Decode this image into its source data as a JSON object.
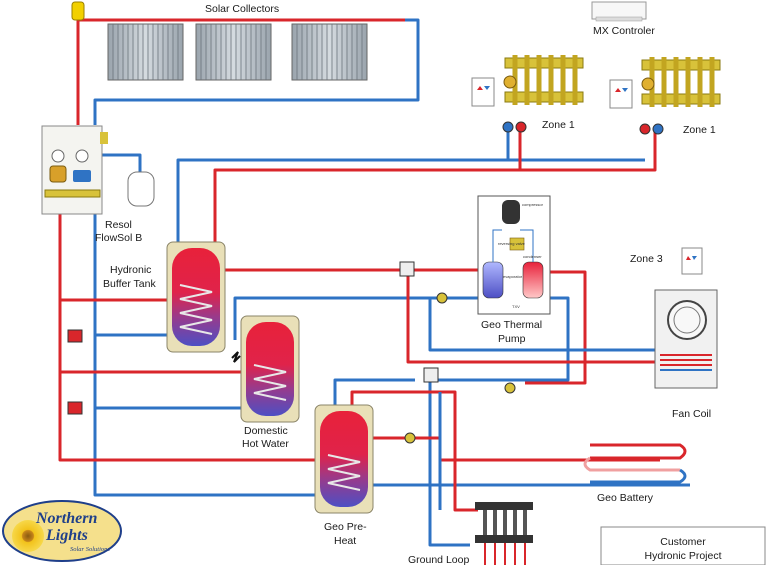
{
  "labels": {
    "solar_collectors": "Solar Collectors",
    "mx_controller": "MX Controler",
    "zone1_a": "Zone 1",
    "zone1_b": "Zone 1",
    "resol_line1": "Resol",
    "resol_line2": "FlowSol B",
    "buffer_line1": "Hydronic",
    "buffer_line2": "Buffer Tank",
    "dhw_line1": "Domestic",
    "dhw_line2": "Hot Water",
    "geo_preheat_line1": "Geo Pre-",
    "geo_preheat_line2": "Heat",
    "geo_thermal_line1": "Geo Thermal",
    "geo_thermal_line2": "Pump",
    "zone3": "Zone 3",
    "fan_coil": "Fan Coil",
    "geo_battery": "Geo Battery",
    "ground_loop": "Ground Loop",
    "project_line1": "Customer",
    "project_line2": "Hydronic Project"
  },
  "heat_pump_parts": {
    "compressor": "compressor",
    "reversing_valve": "reversing valve",
    "evaporator": "evaporator",
    "condenser": "condenser",
    "txv": "TXV"
  },
  "logo": {
    "line1": "Northern",
    "line2": "Lights",
    "tagline": "Solar Solutions"
  },
  "colors": {
    "hot_pipe": "#d9262b",
    "cold_pipe": "#2f73c4",
    "tank_hot": "#e8213a",
    "tank_cold": "#4d4fc4",
    "tank_shell": "#e9e0b8",
    "manifold_brass": "#d8c23a"
  }
}
